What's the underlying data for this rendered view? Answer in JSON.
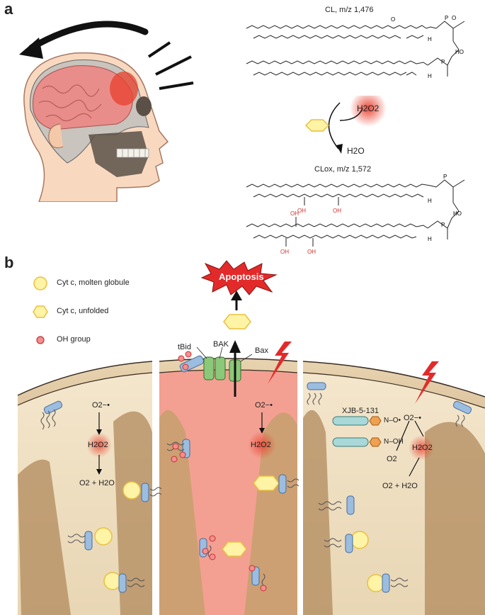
{
  "panel_a": {
    "letter": "a",
    "cl_label": "CL, m/z 1,476",
    "clox_label": "CLox, m/z 1,572",
    "h2o2": "H2O2",
    "h2o": "H2O",
    "oh": "OH",
    "ho": "HO",
    "h": "H",
    "p": "P",
    "o": "O"
  },
  "panel_b": {
    "letter": "b",
    "legend": [
      {
        "label": "Cyt c, molten globule",
        "icon": "circle-icon"
      },
      {
        "label": "Cyt c, unfolded",
        "icon": "hexagon-icon"
      },
      {
        "label": "OH group",
        "icon": "red-dot-icon"
      }
    ],
    "apoptosis": "Apoptosis",
    "proteins": {
      "tbid": "tBid",
      "bak": "BAK",
      "bax": "Bax"
    },
    "left": {
      "o2": "O2−•",
      "h2o2": "H2O2",
      "products": "O2 + H2O"
    },
    "middle": {
      "o2": "O2−•",
      "h2o2": "H2O2"
    },
    "right": {
      "compound": "XJB-5-131",
      "no": "N–O•",
      "noh": "N–OH",
      "o2rad": "O2−•",
      "h2o2": "H2O2",
      "o2": "O2",
      "products": "O2 + H2O"
    }
  },
  "colors": {
    "brain": "#e98d8a",
    "skin": "#f8d9c0",
    "red_glow": "#e8402e",
    "cyt_yellow": "#fff3a6",
    "cyt_border": "#e8c040",
    "membrane_tan": "#c9a878",
    "pink_region": "#f3a092",
    "tube_green": "#8cc87a",
    "tube_blue": "#9bbde0"
  }
}
